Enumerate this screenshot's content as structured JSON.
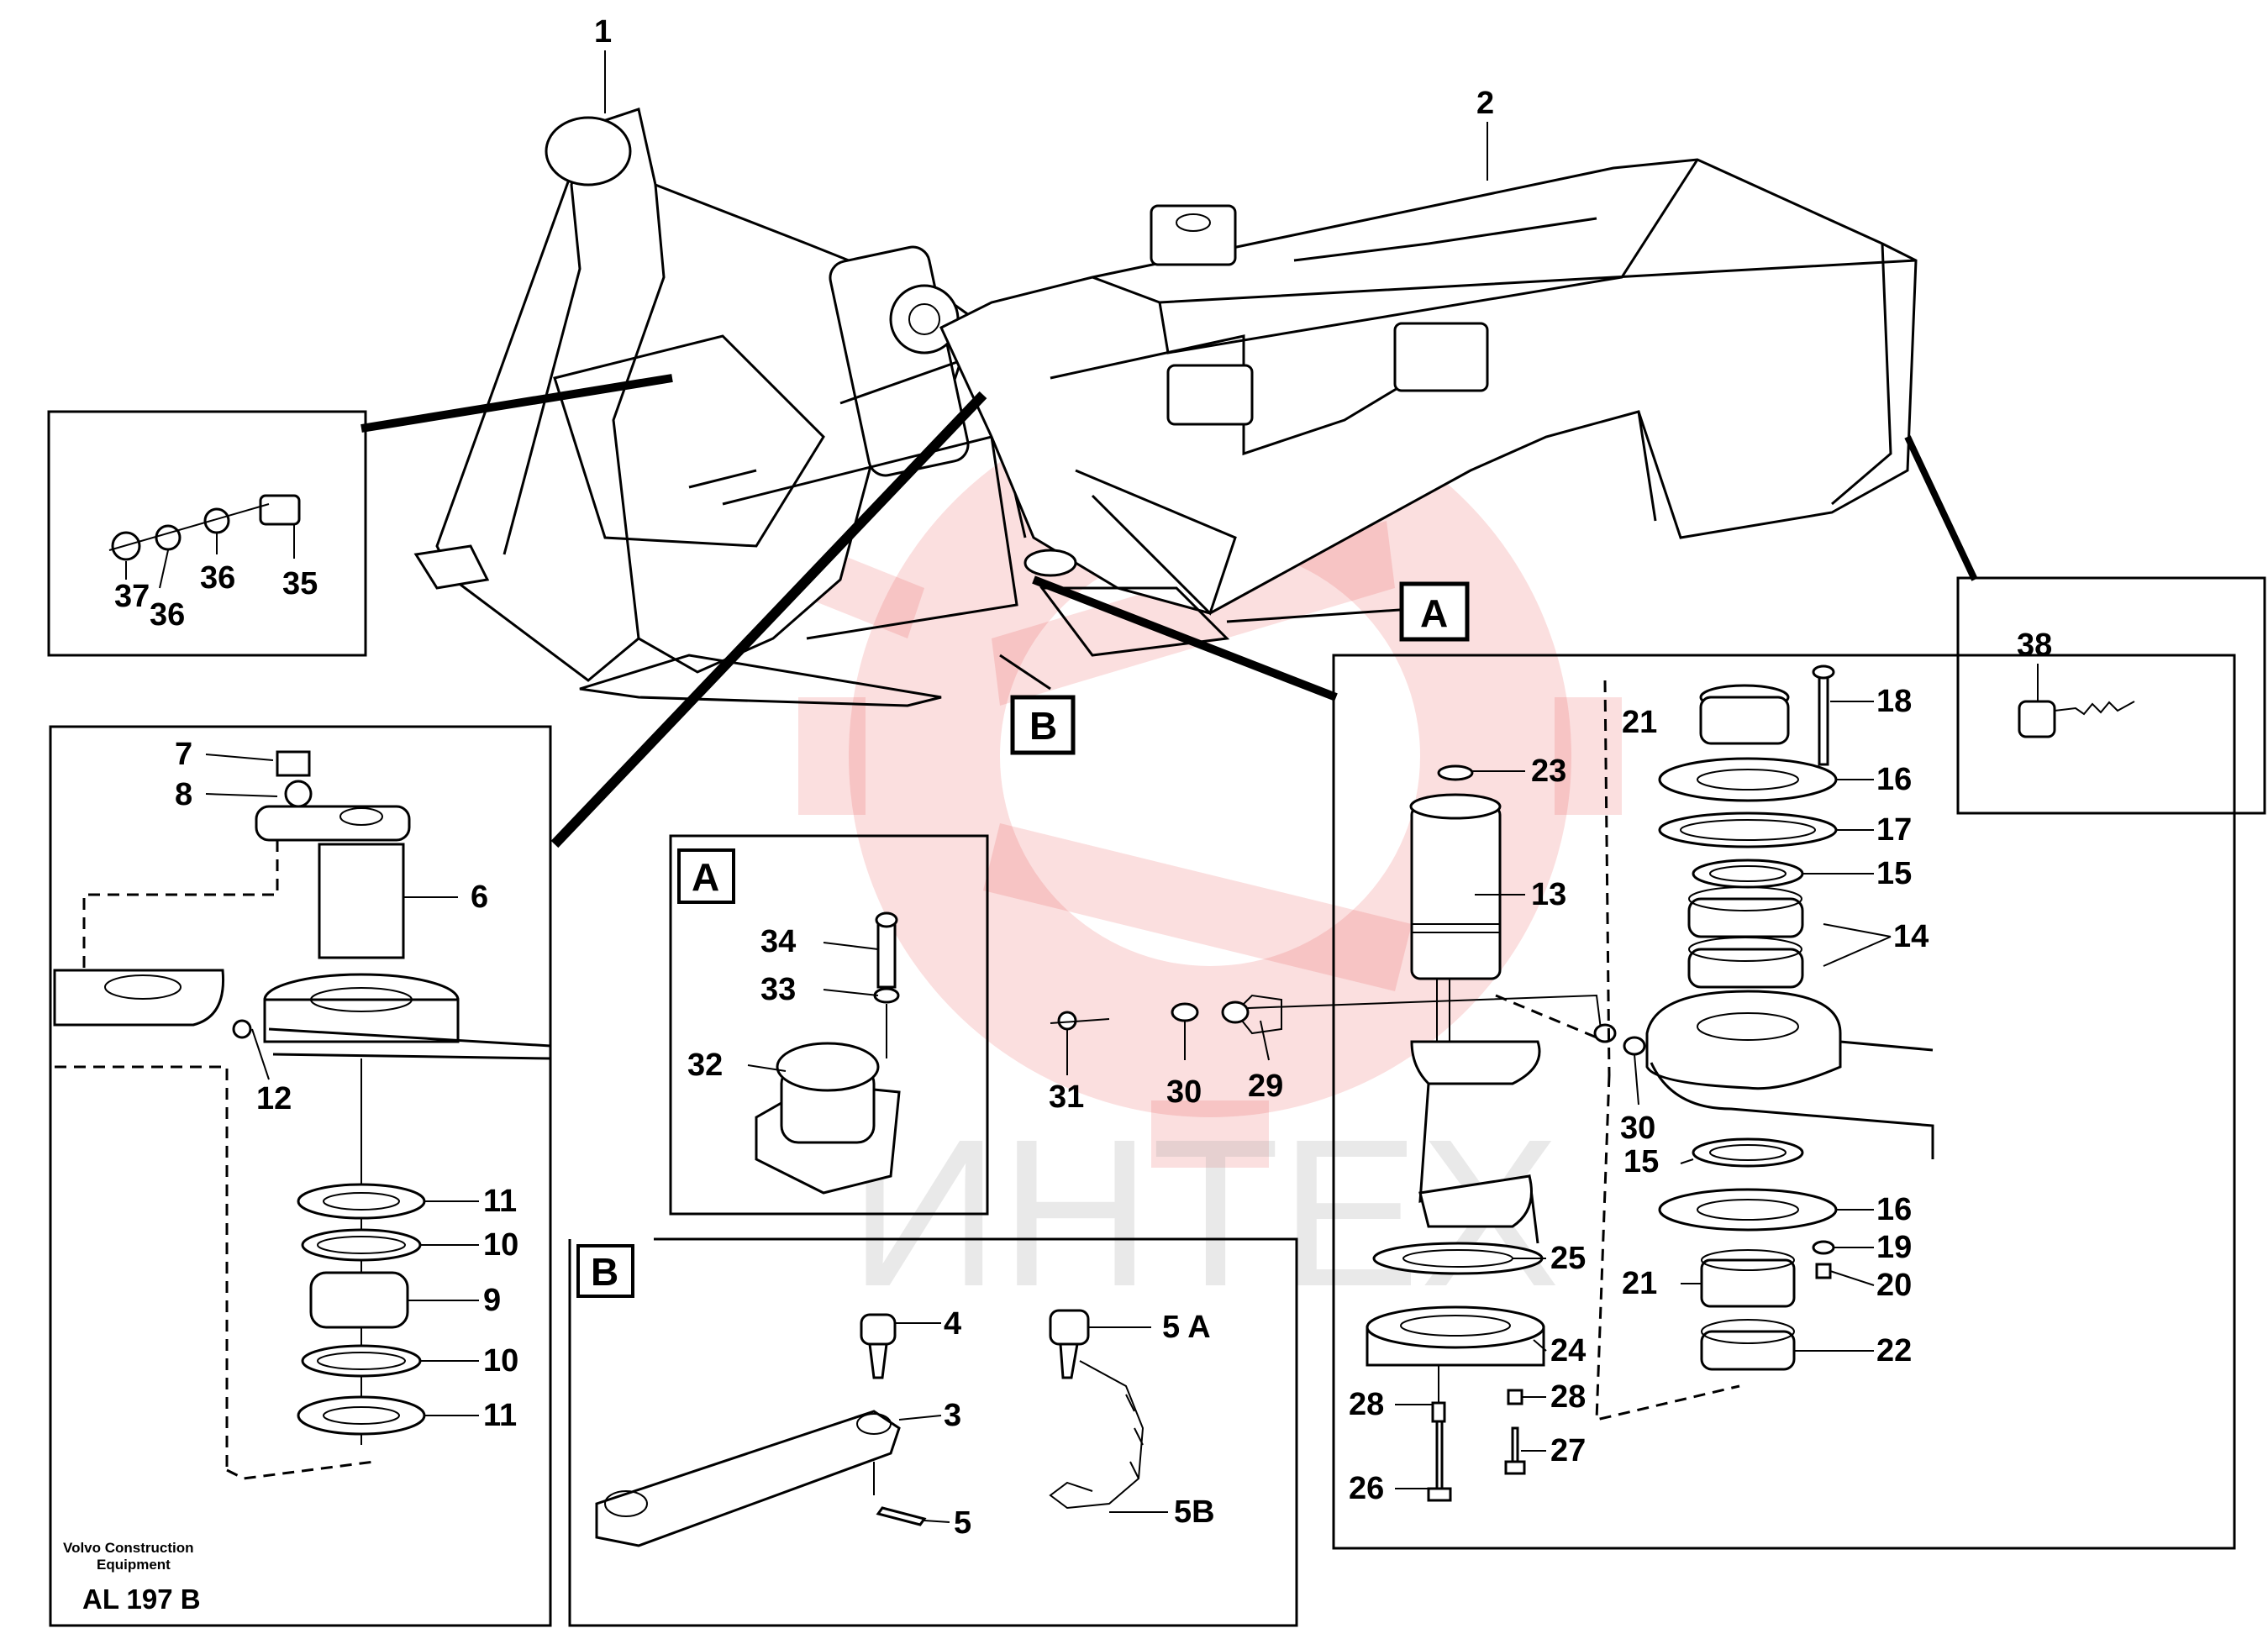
{
  "callouts": {
    "c1": "1",
    "c2": "2",
    "c3": "3",
    "c4": "4",
    "c5": "5",
    "c5a": "5 A",
    "c5b": "5B",
    "c6": "6",
    "c7": "7",
    "c8": "8",
    "c9": "9",
    "c10a": "10",
    "c10b": "10",
    "c11a": "11",
    "c11b": "11",
    "c12": "12",
    "c13": "13",
    "c14": "14",
    "c15a": "15",
    "c15b": "15",
    "c16a": "16",
    "c16b": "16",
    "c17": "17",
    "c18": "18",
    "c19": "19",
    "c20": "20",
    "c21a": "21",
    "c21b": "21",
    "c22": "22",
    "c23": "23",
    "c24": "24",
    "c25": "25",
    "c26": "26",
    "c27": "27",
    "c28a": "28",
    "c28b": "28",
    "c29": "29",
    "c30a": "30",
    "c30b": "30",
    "c31": "31",
    "c32": "32",
    "c33": "33",
    "c34": "34",
    "c35": "35",
    "c36a": "36",
    "c36b": "36",
    "c37": "37",
    "c38": "38"
  },
  "detail_refs": {
    "a_main": "A",
    "b_main": "B",
    "a_box": "A",
    "b_box": "B"
  },
  "footer": {
    "company_line1": "Volvo Construction",
    "company_line2": "Equipment",
    "drawing_code": "AL 197 B"
  },
  "watermark": {
    "text": "ИНТЕХ",
    "color": "#e53935"
  }
}
